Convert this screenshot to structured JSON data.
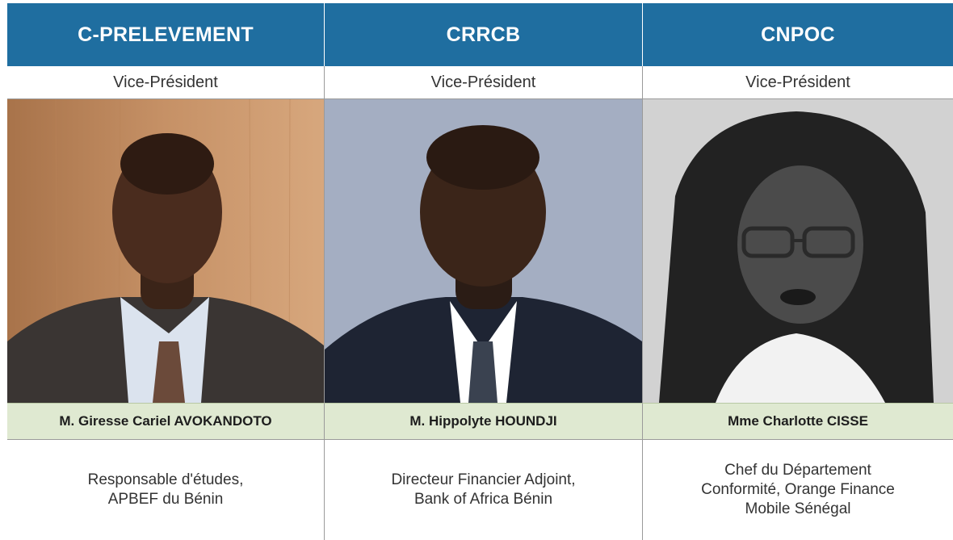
{
  "columns": [
    {
      "header": "C-PRELEVEMENT",
      "role": "Vice-Président",
      "name": "M. Giresse Cariel AVOKANDOTO",
      "desc_line1": "Responsable d'études,",
      "desc_line2": "APBEF du Bénin",
      "desc_line3": ""
    },
    {
      "header": "CRRCB",
      "role": "Vice-Président",
      "name": "M. Hippolyte HOUNDJI",
      "desc_line1": "Directeur Financier Adjoint,",
      "desc_line2": "Bank of Africa Bénin",
      "desc_line3": ""
    },
    {
      "header": "CNPOC",
      "role": "Vice-Président",
      "name": "Mme Charlotte CISSE",
      "desc_line1": "Chef du Département",
      "desc_line2": "Conformité, Orange Finance",
      "desc_line3": "Mobile Sénégal"
    }
  ],
  "colors": {
    "header_bg": "#1f6ea0",
    "name_bg": "#dfe9d1"
  }
}
